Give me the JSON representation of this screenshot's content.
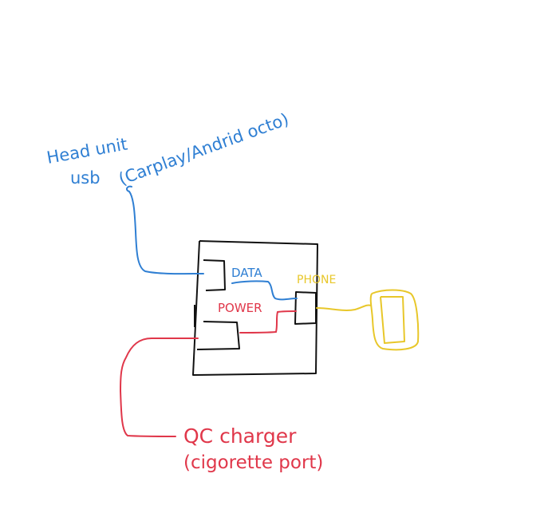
{
  "colors": {
    "ink": "#111111",
    "usb_blue": "#2f7fd3",
    "power_red": "#e0374a",
    "phone_yellow": "#e8c72a",
    "background": "#ffffff"
  },
  "labels": {
    "head_unit_line1": "Head unit",
    "head_unit_line2": "usb",
    "carplay": "(Carplay/Andrid octo)",
    "data": "DATA",
    "phone": "PHONE",
    "power": "POWER",
    "qc_line1": "QC charger",
    "qc_line2": "(cigorette port)"
  }
}
